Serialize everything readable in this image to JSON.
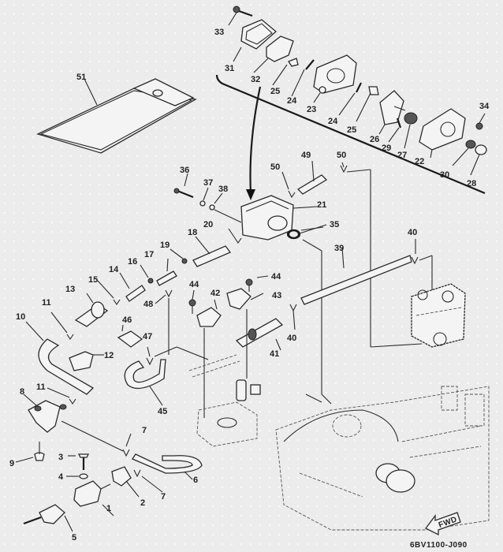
{
  "diagram": {
    "title": "Fuel system exploded parts diagram",
    "drawing_code": "6BV1100-J090",
    "direction_badge": "FWD",
    "callouts": [
      {
        "id": "c1",
        "text": "1"
      },
      {
        "id": "c2",
        "text": "2"
      },
      {
        "id": "c3",
        "text": "3"
      },
      {
        "id": "c4",
        "text": "4"
      },
      {
        "id": "c5",
        "text": "5"
      },
      {
        "id": "c6",
        "text": "6"
      },
      {
        "id": "c7a",
        "text": "7"
      },
      {
        "id": "c7b",
        "text": "7"
      },
      {
        "id": "c8",
        "text": "8"
      },
      {
        "id": "c9",
        "text": "9"
      },
      {
        "id": "c10",
        "text": "10"
      },
      {
        "id": "c11a",
        "text": "11"
      },
      {
        "id": "c11b",
        "text": "11"
      },
      {
        "id": "c12",
        "text": "12"
      },
      {
        "id": "c13",
        "text": "13"
      },
      {
        "id": "c14",
        "text": "14"
      },
      {
        "id": "c15",
        "text": "15"
      },
      {
        "id": "c16",
        "text": "16"
      },
      {
        "id": "c17",
        "text": "17"
      },
      {
        "id": "c18",
        "text": "18"
      },
      {
        "id": "c19",
        "text": "19"
      },
      {
        "id": "c20",
        "text": "20"
      },
      {
        "id": "c21",
        "text": "21"
      },
      {
        "id": "c22",
        "text": "22"
      },
      {
        "id": "c23",
        "text": "23"
      },
      {
        "id": "c24a",
        "text": "24"
      },
      {
        "id": "c24b",
        "text": "24"
      },
      {
        "id": "c25a",
        "text": "25"
      },
      {
        "id": "c25b",
        "text": "25"
      },
      {
        "id": "c26",
        "text": "26"
      },
      {
        "id": "c27",
        "text": "27"
      },
      {
        "id": "c28",
        "text": "28"
      },
      {
        "id": "c29",
        "text": "29"
      },
      {
        "id": "c30",
        "text": "30"
      },
      {
        "id": "c31",
        "text": "31"
      },
      {
        "id": "c32",
        "text": "32"
      },
      {
        "id": "c33",
        "text": "33"
      },
      {
        "id": "c34",
        "text": "34"
      },
      {
        "id": "c35",
        "text": "35"
      },
      {
        "id": "c36",
        "text": "36"
      },
      {
        "id": "c37",
        "text": "37"
      },
      {
        "id": "c38",
        "text": "38"
      },
      {
        "id": "c39",
        "text": "39"
      },
      {
        "id": "c40a",
        "text": "40"
      },
      {
        "id": "c40b",
        "text": "40"
      },
      {
        "id": "c41",
        "text": "41"
      },
      {
        "id": "c42",
        "text": "42"
      },
      {
        "id": "c43",
        "text": "43"
      },
      {
        "id": "c44a",
        "text": "44"
      },
      {
        "id": "c44b",
        "text": "44"
      },
      {
        "id": "c45",
        "text": "45"
      },
      {
        "id": "c46",
        "text": "46"
      },
      {
        "id": "c47",
        "text": "47"
      },
      {
        "id": "c48",
        "text": "48"
      },
      {
        "id": "c49",
        "text": "49"
      },
      {
        "id": "c50a",
        "text": "50"
      },
      {
        "id": "c50b",
        "text": "50"
      },
      {
        "id": "c51",
        "text": "51"
      }
    ]
  }
}
